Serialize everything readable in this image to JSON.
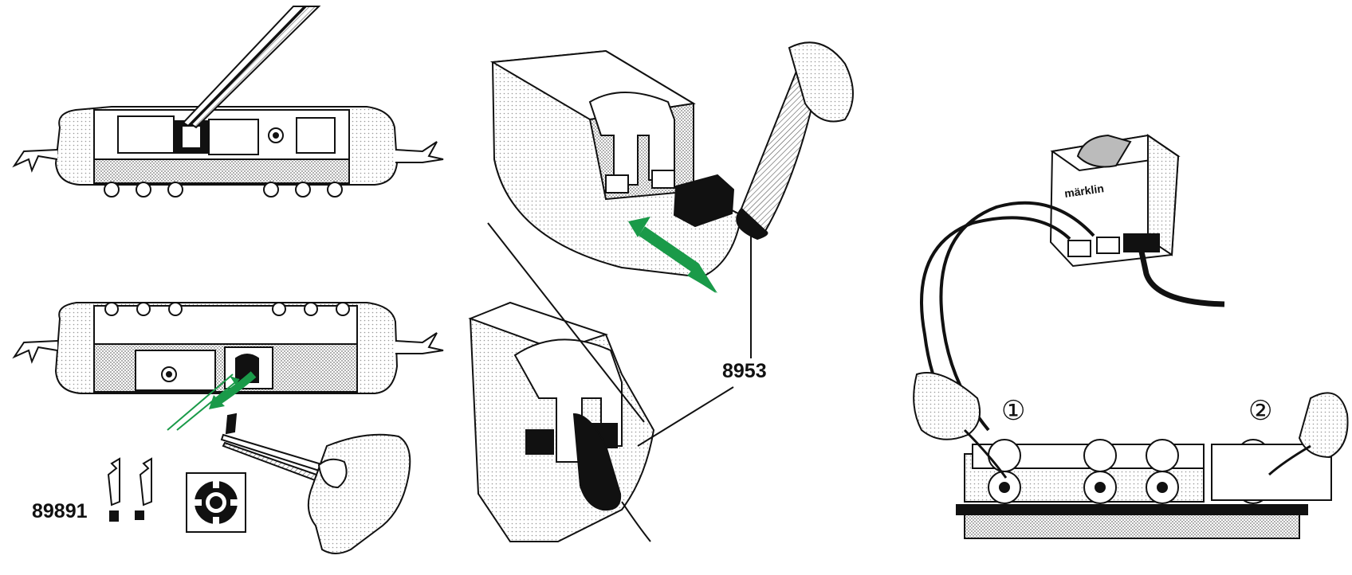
{
  "labels": {
    "part_spring": "89891",
    "part_tool": "8953",
    "step_one": "①",
    "step_two": "②",
    "brand": "märklin"
  },
  "icons": [
    "tweezers-icon",
    "hand-icon",
    "finger-icon",
    "spring-contact-icon",
    "wheel-gear-icon",
    "transformer-icon",
    "direction-arrow-icon"
  ],
  "colors": {
    "arrow_green": "#1a9a49",
    "line": "#111111",
    "shade": "#bfbfbf",
    "background": "#ffffff"
  }
}
